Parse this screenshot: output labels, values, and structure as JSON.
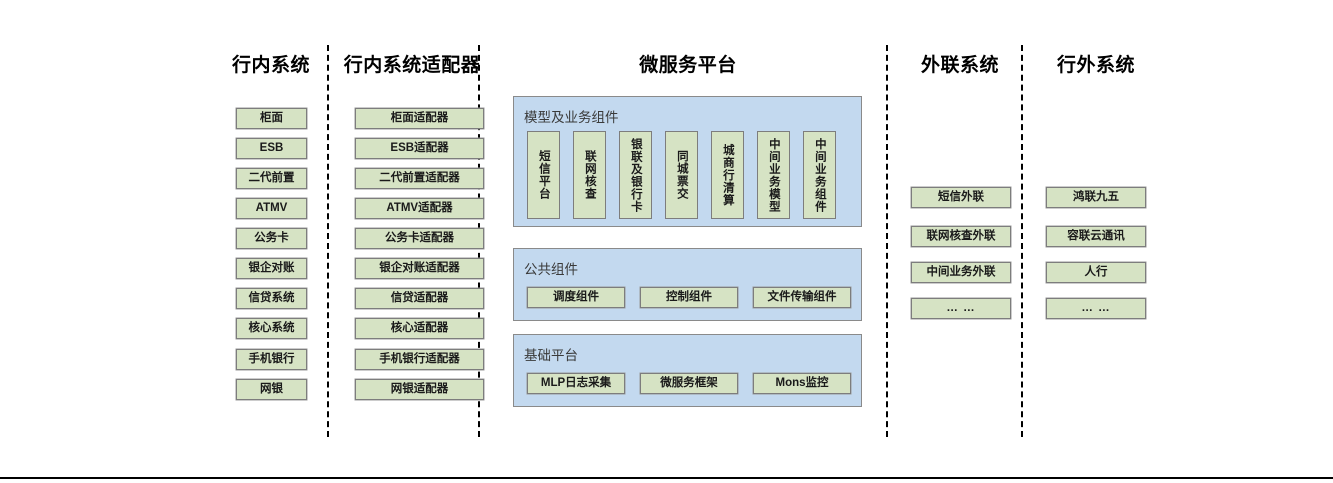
{
  "diagram": {
    "columns": [
      {
        "key": "in_bank_systems",
        "title": "行内系统",
        "items": [
          "柜面",
          "ESB",
          "二代前置",
          "ATMV",
          "公务卡",
          "银企对账",
          "信贷系统",
          "核心系统",
          "手机银行",
          "网银"
        ]
      },
      {
        "key": "in_bank_adapters",
        "title": "行内系统适配器",
        "items": [
          "柜面适配器",
          "ESB适配器",
          "二代前置适配器",
          "ATMV适配器",
          "公务卡适配器",
          "银企对账适配器",
          "信贷适配器",
          "核心适配器",
          "手机银行适配器",
          "网银适配器"
        ]
      },
      {
        "key": "external_link_systems",
        "title": "外联系统",
        "items": [
          "短信外联",
          "联网核查外联",
          "中间业务外联",
          "… …"
        ]
      },
      {
        "key": "out_bank_systems",
        "title": "行外系统",
        "items": [
          "鸿联九五",
          "容联云通讯",
          "人行",
          "… …"
        ]
      }
    ],
    "microservice_platform": {
      "title": "微服务平台",
      "sections": [
        {
          "key": "model_business_components",
          "label": "模型及业务组件",
          "orientation": "vertical",
          "items": [
            "短信平台",
            "联网核查",
            "银联及银行卡",
            "同城票交",
            "城商行清算",
            "中间业务模型",
            "中间业务组件"
          ]
        },
        {
          "key": "public_components",
          "label": "公共组件",
          "orientation": "horizontal",
          "items": [
            "调度组件",
            "控制组件",
            "文件传输组件"
          ]
        },
        {
          "key": "base_platform",
          "label": "基础平台",
          "orientation": "horizontal",
          "items": [
            "MLP日志采集",
            "微服务框架",
            "Mons监控"
          ]
        }
      ]
    },
    "colors": {
      "node_fill": "#d6e3c4",
      "node_border": "#7d7d7d",
      "panel_fill": "#c3d9ef",
      "panel_border": "#8a8a8a",
      "divider": "#000000",
      "text": "#000000"
    }
  }
}
